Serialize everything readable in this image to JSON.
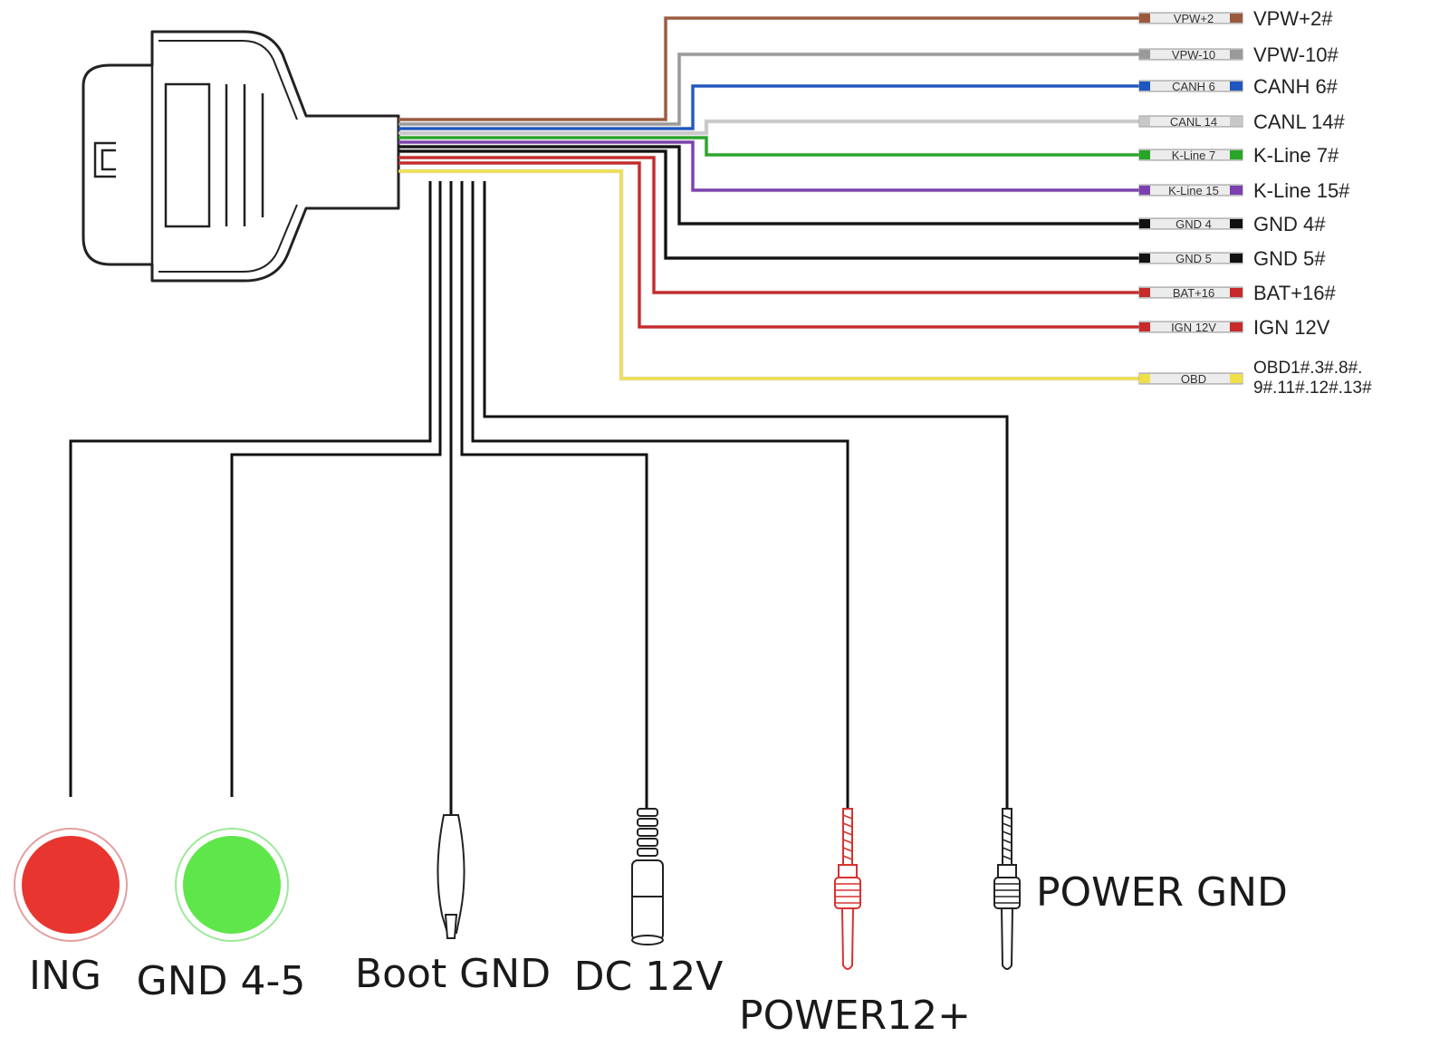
{
  "connector": {
    "icon": "obd2-connector-icon"
  },
  "pin_wires": [
    {
      "heat_label": "VPW+2",
      "label": "VPW+2#",
      "color": "#9b5a3c"
    },
    {
      "heat_label": "VPW-10",
      "label": "VPW-10#",
      "color": "#9a9a9a"
    },
    {
      "heat_label": "CANH 6",
      "label": "CANH 6#",
      "color": "#1f56c0"
    },
    {
      "heat_label": "CANL 14",
      "label": "CANL 14#",
      "color": "#c8c8c8"
    },
    {
      "heat_label": "K-Line 7",
      "label": "K-Line 7#",
      "color": "#27a627"
    },
    {
      "heat_label": "K-Line 15",
      "label": "K-Line 15#",
      "color": "#7b3fb0"
    },
    {
      "heat_label": "GND 4",
      "label": "GND 4#",
      "color": "#111111"
    },
    {
      "heat_label": "GND 5",
      "label": "GND 5#",
      "color": "#111111"
    },
    {
      "heat_label": "BAT+16",
      "label": "BAT+16#",
      "color": "#c62a2a"
    },
    {
      "heat_label": "IGN 12V",
      "label": "IGN 12V",
      "color": "#c62a2a"
    }
  ],
  "obd_wire": {
    "heat_label": "OBD",
    "label_line1": "OBD1#.3#.8#.",
    "label_line2": "9#.11#.12#.13#",
    "color": "#efe04a"
  },
  "bottom_connectors": [
    {
      "label": "ING",
      "icon": "red-clip-icon",
      "color": "#e8352f"
    },
    {
      "label": "GND 4-5",
      "icon": "green-clip-icon",
      "color": "#5ee64a"
    },
    {
      "label": "Boot GND",
      "icon": "alligator-clip-icon",
      "color": "#333333"
    },
    {
      "label": "DC 12V",
      "icon": "dc-jack-icon",
      "color": "#333333"
    },
    {
      "label": "POWER12+",
      "icon": "red-pin-plug-icon",
      "color": "#d93030"
    },
    {
      "label": "POWER GND",
      "icon": "black-pin-plug-icon",
      "color": "#222222"
    }
  ]
}
